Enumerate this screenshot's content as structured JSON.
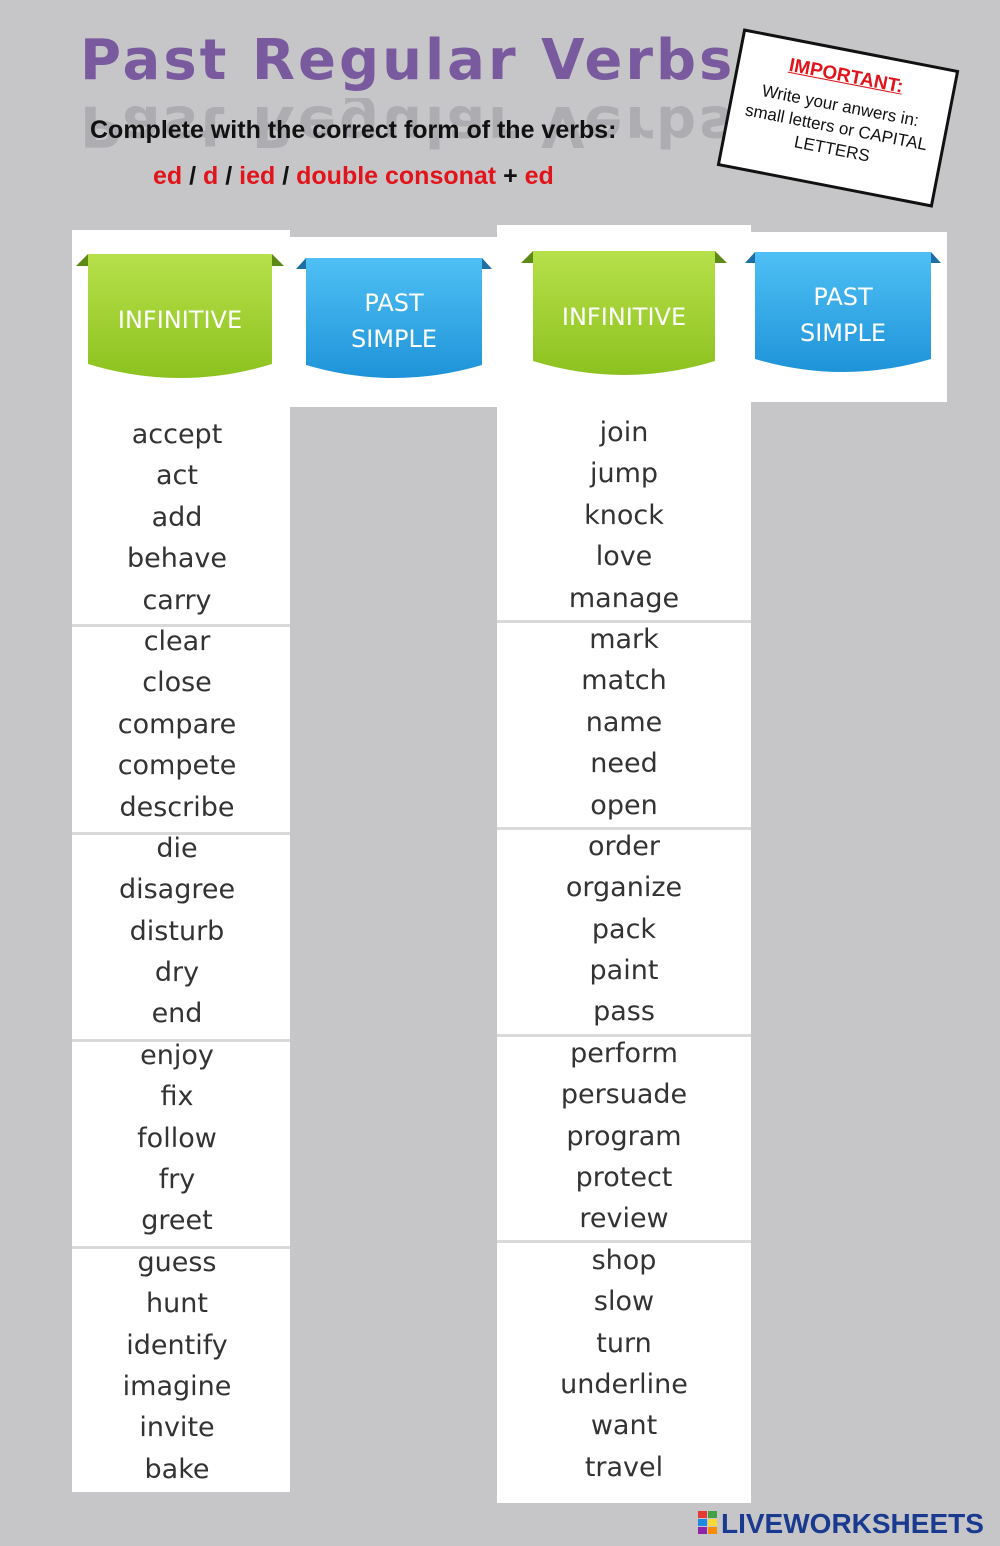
{
  "header": {
    "title": "Past Regular Verbs",
    "instruction": "Complete with the correct form of the verbs:",
    "endings": [
      {
        "text": "ed",
        "color": "red"
      },
      {
        "text": " / ",
        "color": "black"
      },
      {
        "text": "d",
        "color": "red"
      },
      {
        "text": " / ",
        "color": "black"
      },
      {
        "text": "ied",
        "color": "red"
      },
      {
        "text": " / ",
        "color": "black"
      },
      {
        "text": "double consonat",
        "color": "red"
      },
      {
        "text": " + ",
        "color": "black"
      },
      {
        "text": "ed",
        "color": "red"
      }
    ]
  },
  "note": {
    "heading": "IMPORTANT:",
    "body": "Write your anwers in: small letters or CAPITAL LETTERS"
  },
  "columns": [
    {
      "infinitive_label": "INFINITIVE",
      "past_label": "PAST\nSIMPLE",
      "verbs": [
        "accept",
        "act",
        "add",
        "behave",
        "carry",
        "clear",
        "close",
        "compare",
        "compete",
        "describe",
        "die",
        "disagree",
        "disturb",
        "dry",
        "end",
        "enjoy",
        "fix",
        "follow",
        "fry",
        "greet",
        "guess",
        "hunt",
        "identify",
        "imagine",
        "invite",
        "bake"
      ]
    },
    {
      "infinitive_label": "INFINITIVE",
      "past_label": "PAST\nSIMPLE",
      "verbs": [
        "join",
        "jump",
        "knock",
        "love",
        "manage",
        "mark",
        "match",
        "name",
        "need",
        "open",
        "order",
        "organize",
        "pack",
        "paint",
        "pass",
        "perform",
        "persuade",
        "program",
        "protect",
        "review",
        "shop",
        "slow",
        "turn",
        "underline",
        "want",
        "travel"
      ]
    }
  ],
  "colors": {
    "background": "#c6c6c8",
    "title": "#7a5a9e",
    "accent_red": "#e0141a",
    "ribbon_green": "#9fd02f",
    "ribbon_blue": "#2ba4e6",
    "brand_blue": "#1a3a8f"
  },
  "footer": {
    "brand": "LIVEWORKSHEETS",
    "logo_icon": "liveworksheets-logo-icon"
  }
}
